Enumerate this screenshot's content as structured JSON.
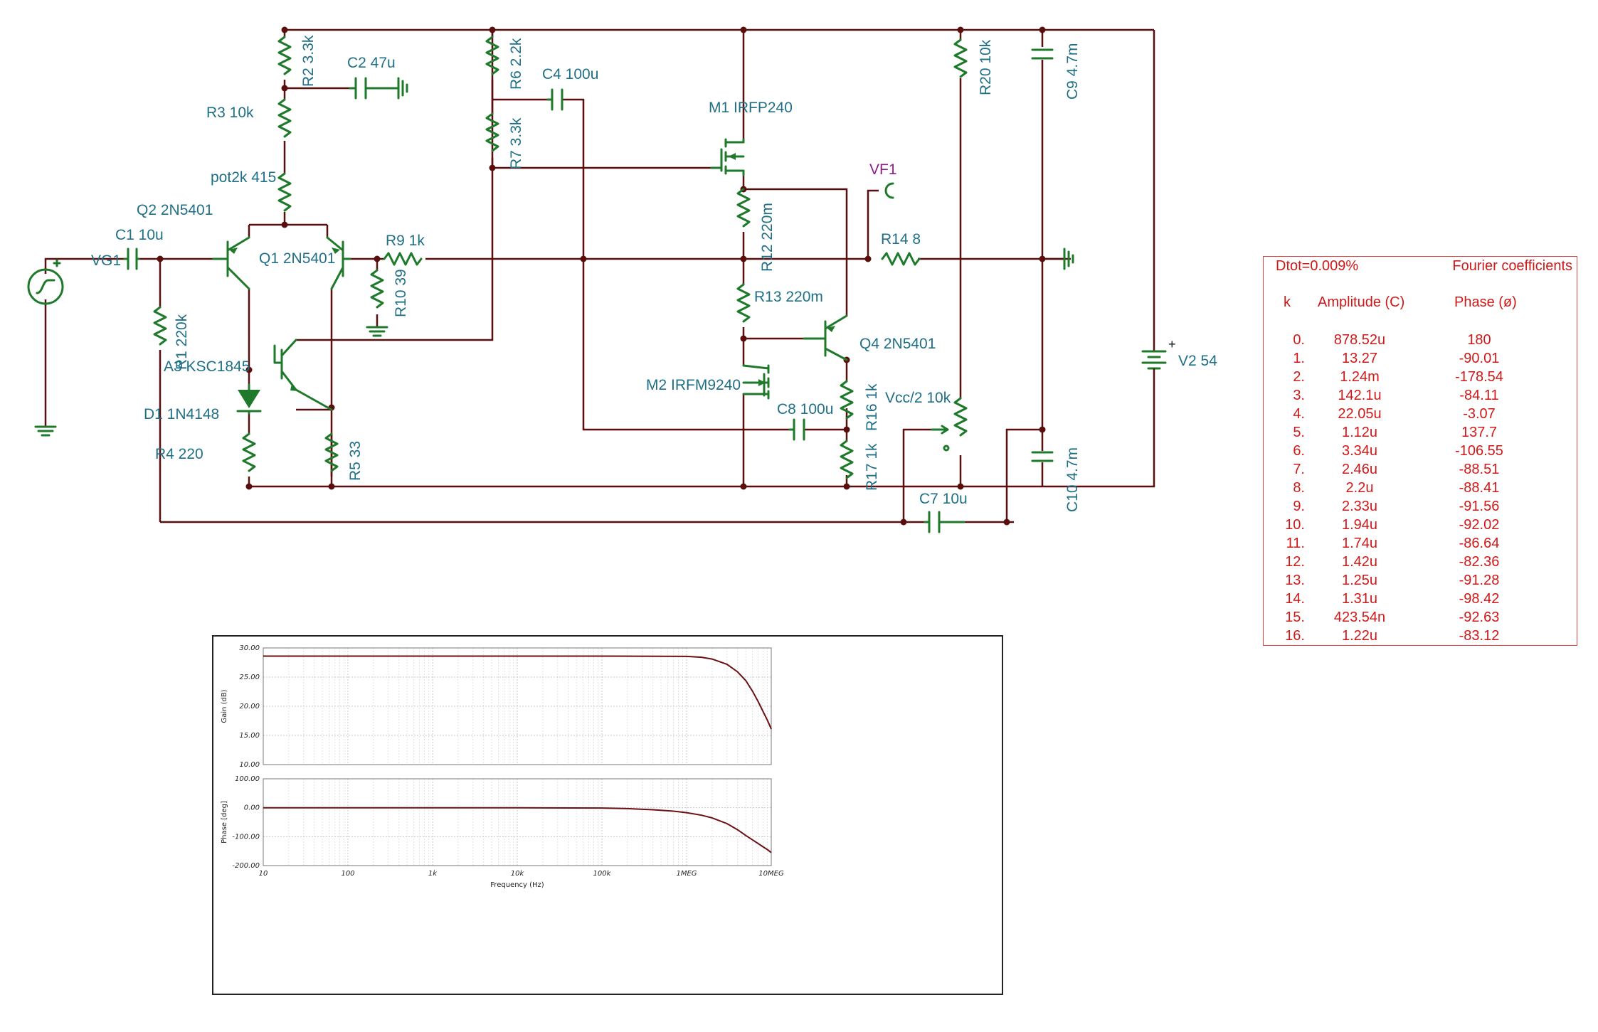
{
  "schematic": {
    "labels": [
      {
        "id": "R2",
        "text": "R2 3.3k"
      },
      {
        "id": "C2",
        "text": "C2 47u"
      },
      {
        "id": "R3",
        "text": "R3 10k"
      },
      {
        "id": "POT",
        "text": "pot2k 415"
      },
      {
        "id": "Q2",
        "text": "Q2 2N5401"
      },
      {
        "id": "C1",
        "text": "C1 10u"
      },
      {
        "id": "VG1",
        "text": "VG1"
      },
      {
        "id": "Q1",
        "text": "Q1 2N5401"
      },
      {
        "id": "R9",
        "text": "R9 1k"
      },
      {
        "id": "R10",
        "text": "R10 39"
      },
      {
        "id": "R1",
        "text": "R1 220k"
      },
      {
        "id": "Q3",
        "text": "A3 KSC1845"
      },
      {
        "id": "D1",
        "text": "D1 1N4148"
      },
      {
        "id": "R4",
        "text": "R4 220"
      },
      {
        "id": "R5",
        "text": "R5 33"
      },
      {
        "id": "R6",
        "text": "R6 2.2k"
      },
      {
        "id": "C4",
        "text": "C4 100u"
      },
      {
        "id": "R7",
        "text": "R7 3.3k"
      },
      {
        "id": "M1",
        "text": "M1 IRFP240"
      },
      {
        "id": "R12",
        "text": "R12 220m"
      },
      {
        "id": "R13",
        "text": "R13 220m"
      },
      {
        "id": "Q4",
        "text": "Q4 2N5401"
      },
      {
        "id": "M2",
        "text": "M2 IRFM9240"
      },
      {
        "id": "C8",
        "text": "C8 100u"
      },
      {
        "id": "R16",
        "text": "R16 1k"
      },
      {
        "id": "R17",
        "text": "R17 1k"
      },
      {
        "id": "VF1",
        "text": "VF1"
      },
      {
        "id": "R14",
        "text": "R14 8"
      },
      {
        "id": "R20",
        "text": "R20 10k"
      },
      {
        "id": "C9",
        "text": "C9 4.7m"
      },
      {
        "id": "VCC",
        "text": "Vcc/2 10k"
      },
      {
        "id": "C7",
        "text": "C7 10u"
      },
      {
        "id": "C10",
        "text": "C10 4.7m"
      },
      {
        "id": "V2",
        "text": "V2 54"
      },
      {
        "id": "PLUS",
        "text": "+"
      }
    ]
  },
  "fourier": {
    "dtot": "Dtot=0.009%",
    "title": "Fourier coefficients",
    "col_k": "k",
    "col_amp": "Amplitude (C)",
    "col_phase": "Phase (ø)",
    "rows": [
      {
        "k": "0.",
        "amp": "878.52u",
        "phase": "180"
      },
      {
        "k": "1.",
        "amp": "13.27",
        "phase": "-90.01"
      },
      {
        "k": "2.",
        "amp": "1.24m",
        "phase": "-178.54"
      },
      {
        "k": "3.",
        "amp": "142.1u",
        "phase": "-84.11"
      },
      {
        "k": "4.",
        "amp": "22.05u",
        "phase": "-3.07"
      },
      {
        "k": "5.",
        "amp": "1.12u",
        "phase": "137.7"
      },
      {
        "k": "6.",
        "amp": "3.34u",
        "phase": "-106.55"
      },
      {
        "k": "7.",
        "amp": "2.46u",
        "phase": "-88.51"
      },
      {
        "k": "8.",
        "amp": "2.2u",
        "phase": "-88.41"
      },
      {
        "k": "9.",
        "amp": "2.33u",
        "phase": "-91.56"
      },
      {
        "k": "10.",
        "amp": "1.94u",
        "phase": "-92.02"
      },
      {
        "k": "11.",
        "amp": "1.74u",
        "phase": "-86.64"
      },
      {
        "k": "12.",
        "amp": "1.42u",
        "phase": "-82.36"
      },
      {
        "k": "13.",
        "amp": "1.25u",
        "phase": "-91.28"
      },
      {
        "k": "14.",
        "amp": "1.31u",
        "phase": "-98.42"
      },
      {
        "k": "15.",
        "amp": "423.54n",
        "phase": "-92.63"
      },
      {
        "k": "16.",
        "amp": "1.22u",
        "phase": "-83.12"
      }
    ]
  },
  "chart_data": {
    "type": "line",
    "xlabel": "Frequency (Hz)",
    "x_scale": "log",
    "xlim": [
      10,
      10000000
    ],
    "x_tick_labels": [
      "10",
      "100",
      "1k",
      "10k",
      "100k",
      "1MEG",
      "10MEG"
    ],
    "gain": {
      "ylabel": "Gain (dB)",
      "ylim": [
        10,
        30
      ],
      "y_tick_labels": [
        "30.00",
        "25.00",
        "20.00",
        "15.00",
        "10.00"
      ],
      "series": [
        {
          "color": "#6b0f12",
          "x": [
            10,
            100,
            1000,
            10000,
            100000,
            1000000,
            1500000,
            2000000,
            3000000,
            4000000,
            5000000,
            6000000,
            7000000,
            8000000,
            9000000,
            10000000
          ],
          "values": [
            28.6,
            28.6,
            28.6,
            28.6,
            28.6,
            28.55,
            28.4,
            28.1,
            27.2,
            25.9,
            24.4,
            22.6,
            20.8,
            19.1,
            17.6,
            16.1
          ]
        }
      ]
    },
    "phase": {
      "ylabel": "Phase [deg]",
      "ylim": [
        -200,
        100
      ],
      "y_tick_labels": [
        "100.00",
        "0.00",
        "-100.00",
        "-200.00"
      ],
      "series": [
        {
          "color": "#6b0f12",
          "x": [
            10,
            100,
            1000,
            10000,
            100000,
            200000,
            400000,
            700000,
            1000000,
            1500000,
            2000000,
            3000000,
            4000000,
            5000000,
            6000000,
            7000000,
            8000000,
            9000000,
            10000000
          ],
          "values": [
            0,
            0,
            0,
            0,
            -1,
            -3,
            -7,
            -12,
            -17,
            -26,
            -35,
            -55,
            -76,
            -96,
            -111,
            -124,
            -135,
            -145,
            -155
          ]
        }
      ]
    },
    "grid": true
  }
}
